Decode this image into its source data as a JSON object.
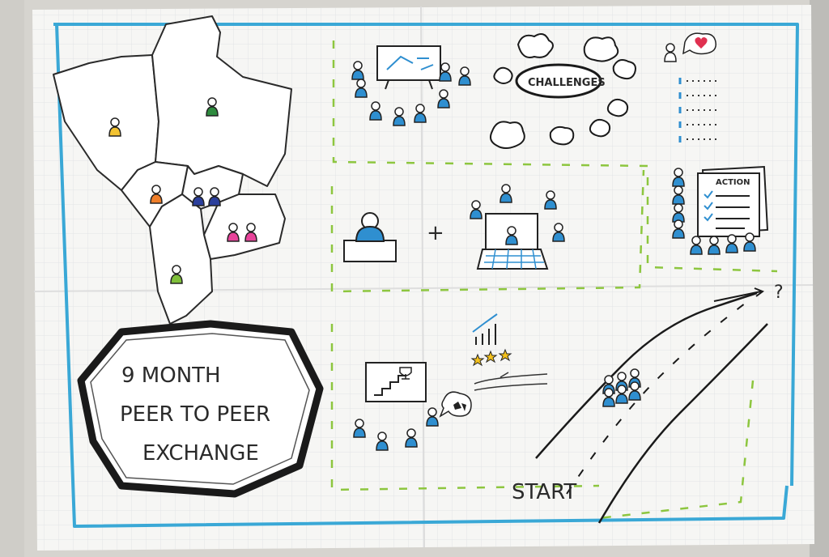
{
  "poster": {
    "title_line1": "9 MONTH",
    "title_line2": "PEER TO PEER",
    "title_line3": "EXCHANGE",
    "challenges_label": "CHALLENGES",
    "action_label": "ACTION",
    "start_label": "START",
    "question_mark": "?"
  },
  "colors": {
    "wall": "#d9d7d2",
    "paper": "#f7f7f5",
    "grid": "#e4e6e8",
    "frame_blue": "#3aa8d6",
    "dash_green": "#8dc63f",
    "person_blue": "#2f8fd0",
    "person_yellow": "#f2c230",
    "person_green": "#2e8b3e",
    "person_orange": "#f07f2a",
    "person_navy": "#2b3f9c",
    "person_pink": "#e8439a",
    "person_lightgreen": "#7fbf3a",
    "star_yellow": "#f5c21b",
    "heart_red": "#e03050"
  }
}
